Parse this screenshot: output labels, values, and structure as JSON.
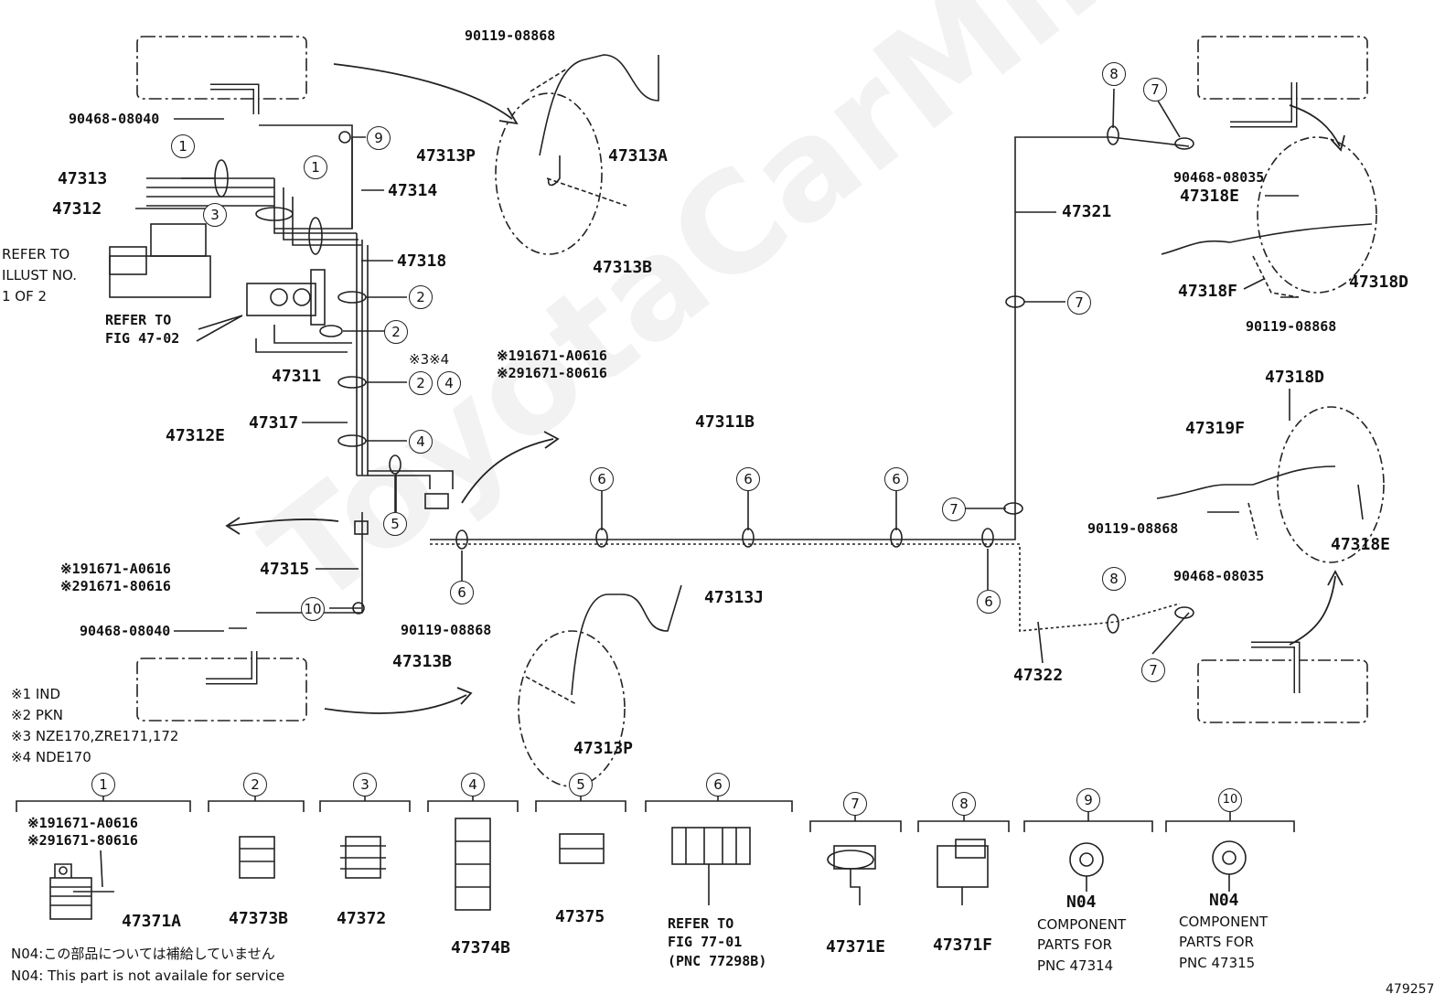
{
  "watermark": "ToyotaCarMine.ru",
  "diagram_id": "479257",
  "callouts": {
    "p90119_a": "90119-08868",
    "p90468_a": "90468-08040",
    "p47313": "47313",
    "p47312": "47312",
    "refer_illust": [
      "REFER TO",
      "ILLUST NO.",
      "1 OF 2"
    ],
    "p47314": "47314",
    "p47313P_a": "47313P",
    "p47313A": "47313A",
    "p47313B_a": "47313B",
    "p47318": "47318",
    "refer_fig_4702": [
      "REFER TO",
      "FIG 47-02"
    ],
    "p47311": "47311",
    "note34": "※3※4",
    "p47317": "47317",
    "clip_pn1_a": "※191671-A0616",
    "clip_pn2_a": "※291671-80616",
    "p47311B": "47311B",
    "p47312E": "47312E",
    "clip_pn1_b": "※191671-A0616",
    "clip_pn2_b": "※291671-80616",
    "p47315": "47315",
    "p90468_b": "90468-08040",
    "p47313J": "47313J",
    "p90119_b": "90119-08868",
    "p47313B_b": "47313B",
    "p47313P_b": "47313P",
    "p47321": "47321",
    "p90468_c": "90468-08035",
    "p47318E_a": "47318E",
    "p47318F": "47318F",
    "p47318D_a": "47318D",
    "p90119_c": "90119-08868",
    "p47318D_b": "47318D",
    "p47319F": "47319F",
    "p90119_d": "90119-08868",
    "p47318E_b": "47318E",
    "p90468_d": "90468-08035",
    "p47322": "47322"
  },
  "notes": [
    "※1 IND",
    "※2 PKN",
    "※3 NZE170,ZRE171,172",
    "※4 NDE170"
  ],
  "legend": [
    {
      "num": "1",
      "parts": [
        "※191671-A0616",
        "※291671-80616",
        "47371A"
      ]
    },
    {
      "num": "2",
      "parts": [
        "47373B"
      ]
    },
    {
      "num": "3",
      "parts": [
        "47372"
      ]
    },
    {
      "num": "4",
      "parts": [
        "47374B"
      ]
    },
    {
      "num": "5",
      "parts": [
        "47375"
      ]
    },
    {
      "num": "6",
      "parts": [
        "REFER TO",
        "FIG 77-01",
        "(PNC 77298B)"
      ]
    },
    {
      "num": "7",
      "parts": [
        "47371E"
      ]
    },
    {
      "num": "8",
      "parts": [
        "47371F"
      ]
    },
    {
      "num": "9",
      "parts": [
        "N04",
        "COMPONENT",
        "PARTS FOR",
        "PNC 47314"
      ]
    },
    {
      "num": "10",
      "parts": [
        "N04",
        "COMPONENT",
        "PARTS FOR",
        "PNC 47315"
      ]
    }
  ],
  "footnote_jp": "N04:この部品については補給していません",
  "footnote_en": "N04: This part is not availale for service",
  "circles": [
    "1",
    "1",
    "3",
    "9",
    "2",
    "2",
    "2",
    "4",
    "4",
    "5",
    "6",
    "6",
    "6",
    "6",
    "6",
    "6",
    "7",
    "7",
    "7",
    "7",
    "8",
    "8",
    "10"
  ]
}
